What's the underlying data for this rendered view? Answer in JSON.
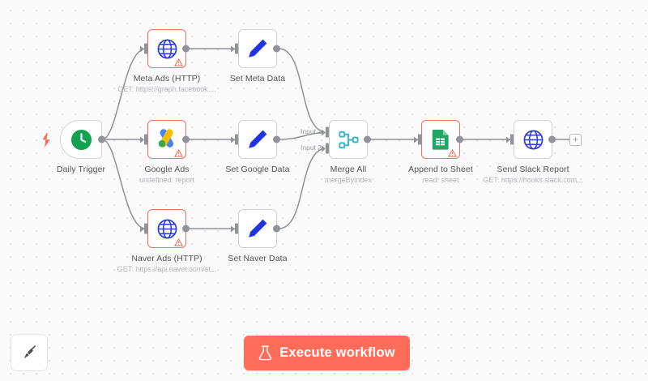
{
  "app": {
    "name": "n8n-workflow-canvas",
    "canvas_background": "#fafafb",
    "accent_color": "#ff6d5a",
    "error_border_color": "#ef6f63"
  },
  "nodes": [
    {
      "id": "daily-trigger",
      "label": "Daily Trigger",
      "subtitle": "",
      "icon": "clock-icon",
      "icon_color": "#12a150",
      "type": "trigger",
      "error": false
    },
    {
      "id": "meta-ads-http",
      "label": "Meta Ads (HTTP)",
      "subtitle": "GET: https://graph.facebook....",
      "icon": "globe-icon",
      "icon_color": "#2b3fd4",
      "type": "http",
      "error": true
    },
    {
      "id": "set-meta-data",
      "label": "Set Meta Data",
      "subtitle": "",
      "icon": "pencil-icon",
      "icon_color": "#1f35e0",
      "type": "set",
      "error": false
    },
    {
      "id": "google-ads",
      "label": "Google Ads",
      "subtitle": "undefined: report",
      "icon": "google-ads-icon",
      "icon_color": "#4285f4",
      "type": "googleAds",
      "error": true
    },
    {
      "id": "set-google-data",
      "label": "Set Google Data",
      "subtitle": "",
      "icon": "pencil-icon",
      "icon_color": "#1f35e0",
      "type": "set",
      "error": false
    },
    {
      "id": "naver-ads-http",
      "label": "Naver Ads (HTTP)",
      "subtitle": "GET: https://api.naver.com/st...",
      "icon": "globe-icon",
      "icon_color": "#2b3fd4",
      "type": "http",
      "error": true
    },
    {
      "id": "set-naver-data",
      "label": "Set Naver Data",
      "subtitle": "",
      "icon": "pencil-icon",
      "icon_color": "#1f35e0",
      "type": "set",
      "error": false
    },
    {
      "id": "merge-all",
      "label": "Merge All",
      "subtitle": "mergeByIndex",
      "icon": "merge-icon",
      "icon_color": "#3ab5c7",
      "type": "merge",
      "error": false,
      "inputs": [
        "Input 1",
        "Input 2"
      ]
    },
    {
      "id": "append-to-sheet",
      "label": "Append to Sheet",
      "subtitle": "read: sheet",
      "icon": "google-sheets-icon",
      "icon_color": "#23a566",
      "type": "googleSheets",
      "error": true
    },
    {
      "id": "send-slack-report",
      "label": "Send Slack Report",
      "subtitle": "GET: https://hooks.slack.com...",
      "icon": "globe-icon",
      "icon_color": "#2b3fd4",
      "type": "http",
      "error": false
    }
  ],
  "endpoint": {
    "add_label": "+"
  },
  "toolbar": {
    "tidy_up_icon": "broom-icon",
    "execute_label": "Execute workflow",
    "execute_icon": "flask-icon"
  }
}
